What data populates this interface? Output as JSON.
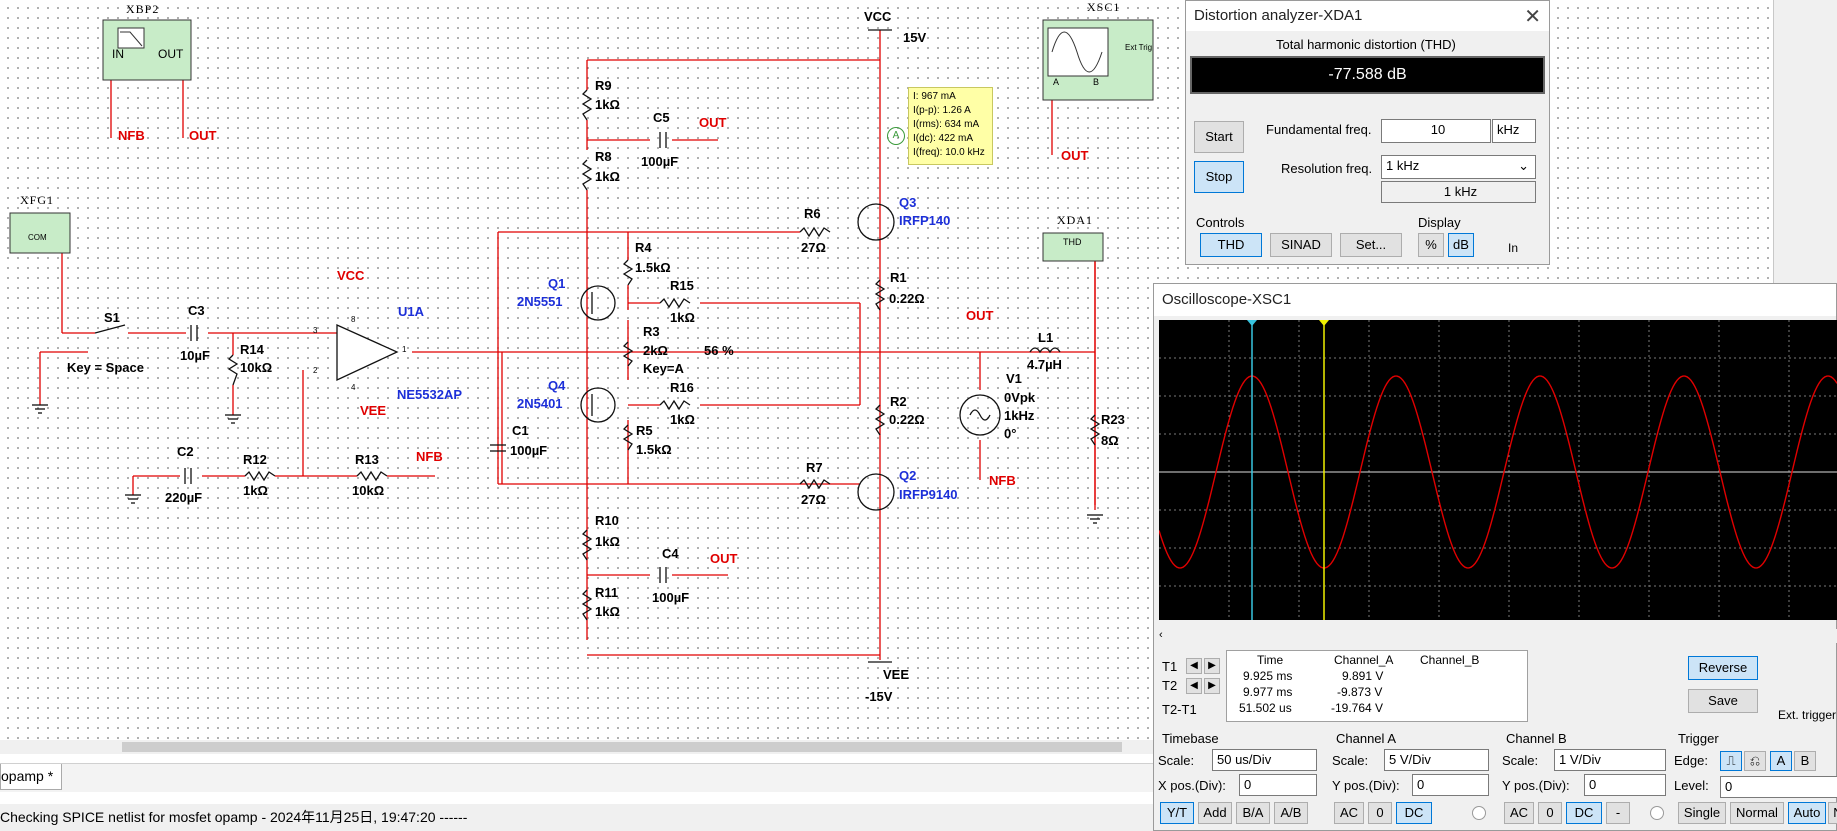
{
  "schematic": {
    "instruments": {
      "xbp2": {
        "name": "XBP2",
        "in": "IN",
        "out": "OUT"
      },
      "xfg1": {
        "name": "XFG1",
        "com": "COM"
      },
      "xsc1": {
        "name": "XSC1",
        "ext_trig": "Ext Trig",
        "a": "A",
        "b": "B"
      },
      "xda1": {
        "name": "XDA1",
        "thd": "THD"
      }
    },
    "labels": {
      "vcc_top": "VCC",
      "v15": "15V",
      "vee_bottom": "VEE",
      "vm15": "-15V",
      "r9": "R9",
      "r9v": "1kΩ",
      "c5": "C5",
      "c5v": "100µF",
      "out1": "OUT",
      "r8": "R8",
      "r8v": "1kΩ",
      "r6": "R6",
      "r6v": "27Ω",
      "q3": "Q3",
      "q3v": "IRFP140",
      "r4": "R4",
      "r4v": "1.5kΩ",
      "q1": "Q1",
      "q1v": "2N5551",
      "r15": "R15",
      "r15v": "1kΩ",
      "r1": "R1",
      "r1v": "0.22Ω",
      "out2": "OUT",
      "l1": "L1",
      "l1v": "4.7µH",
      "r3": "R3",
      "r3v": "2kΩ",
      "r3pct": "56 %",
      "r3key": "Key=A",
      "q4": "Q4",
      "q4v": "2N5401",
      "r16": "R16",
      "r16v": "1kΩ",
      "r2": "R2",
      "r2v": "0.22Ω",
      "v1": "V1",
      "v1a": "0Vpk",
      "v1b": "1kHz",
      "v1c": "0°",
      "r23": "R23",
      "r23v": "8Ω",
      "c1": "C1",
      "c1v": "100µF",
      "r5": "R5",
      "r5v": "1.5kΩ",
      "r7": "R7",
      "r7v": "27Ω",
      "q2": "Q2",
      "q2v": "IRFP9140",
      "nfb_v1": "NFB",
      "r10": "R10",
      "r10v": "1kΩ",
      "c4": "C4",
      "c4v": "100µF",
      "out3": "OUT",
      "r11": "R11",
      "r11v": "1kΩ",
      "s1": "S1",
      "key_space": "Key = Space",
      "c3": "C3",
      "c3v": "10µF",
      "r14": "R14",
      "r14v": "10kΩ",
      "vcc_op": "VCC",
      "vee_op": "VEE",
      "u1a": "U1A",
      "ne5532": "NE5532AP",
      "c2": "C2",
      "c2v": "220µF",
      "r12": "R12",
      "r12v": "1kΩ",
      "r13": "R13",
      "r13v": "10kΩ",
      "nfb_r13": "NFB",
      "nfb_xbp": "NFB",
      "out_xbp": "OUT",
      "out_xsc": "OUT",
      "pin3": "3",
      "pin2": "2",
      "pin1": "1",
      "pin8": "8",
      "pin4": "4"
    },
    "probe": [
      "I: 967 mA",
      "I(p-p): 1.26 A",
      "I(rms): 634 mA",
      "I(dc): 422 mA",
      "I(freq): 10.0 kHz"
    ],
    "probe_letter": "A"
  },
  "tabs": [
    {
      "label": "opamp *"
    }
  ],
  "status": "Checking SPICE netlist for mosfet opamp - 2024年11月25日, 19:47:20 ------",
  "distortion": {
    "title": "Distortion analyzer-XDA1",
    "thd_header": "Total harmonic distortion (THD)",
    "value": "-77.588 dB",
    "start": "Start",
    "stop": "Stop",
    "fund_label": "Fundamental freq.",
    "fund_value": "10",
    "fund_unit": "kHz",
    "res_label": "Resolution freq.",
    "res_select": "1 kHz",
    "res_value": "1 kHz",
    "controls_label": "Controls",
    "thd_btn": "THD",
    "sinad_btn": "SINAD",
    "set_btn": "Set...",
    "display_label": "Display",
    "pct_btn": "%",
    "db_btn": "dB",
    "in_label": "In"
  },
  "oscilloscope": {
    "title": "Oscilloscope-XSC1",
    "t1": "T1",
    "t2": "T2",
    "t2t1": "T2-T1",
    "headers": [
      "Time",
      "Channel_A",
      "Channel_B"
    ],
    "rows": [
      [
        "9.925 ms",
        "9.891 V",
        ""
      ],
      [
        "9.977 ms",
        "-9.873 V",
        ""
      ],
      [
        "51.502 us",
        "-19.764 V",
        ""
      ]
    ],
    "reverse": "Reverse",
    "save": "Save",
    "ext_trigger": "Ext. trigger",
    "timebase": {
      "label": "Timebase",
      "scale_label": "Scale:",
      "scale": "50 us/Div",
      "xpos_label": "X pos.(Div):",
      "xpos": "0",
      "yt": "Y/T",
      "add": "Add",
      "ba": "B/A",
      "ab": "A/B"
    },
    "channel_a": {
      "label": "Channel A",
      "scale_label": "Scale:",
      "scale": "5  V/Div",
      "ypos_label": "Y pos.(Div):",
      "ypos": "0",
      "ac": "AC",
      "zero": "0",
      "dc": "DC"
    },
    "channel_b": {
      "label": "Channel B",
      "scale_label": "Scale:",
      "scale": "1  V/Div",
      "ypos_label": "Y pos.(Div):",
      "ypos": "0",
      "ac": "AC",
      "zero": "0",
      "dc": "DC",
      "minus": "-"
    },
    "trigger": {
      "label": "Trigger",
      "edge_label": "Edge:",
      "level_label": "Level:",
      "level": "0",
      "a": "A",
      "b": "B",
      "single": "Single",
      "normal": "Normal",
      "auto": "Auto",
      "n": "N"
    },
    "colors": {
      "trace_a": "#e00000",
      "cursor1": "#39c5e0",
      "cursor2": "#f0f000",
      "grid": "#7a7a7a"
    }
  }
}
